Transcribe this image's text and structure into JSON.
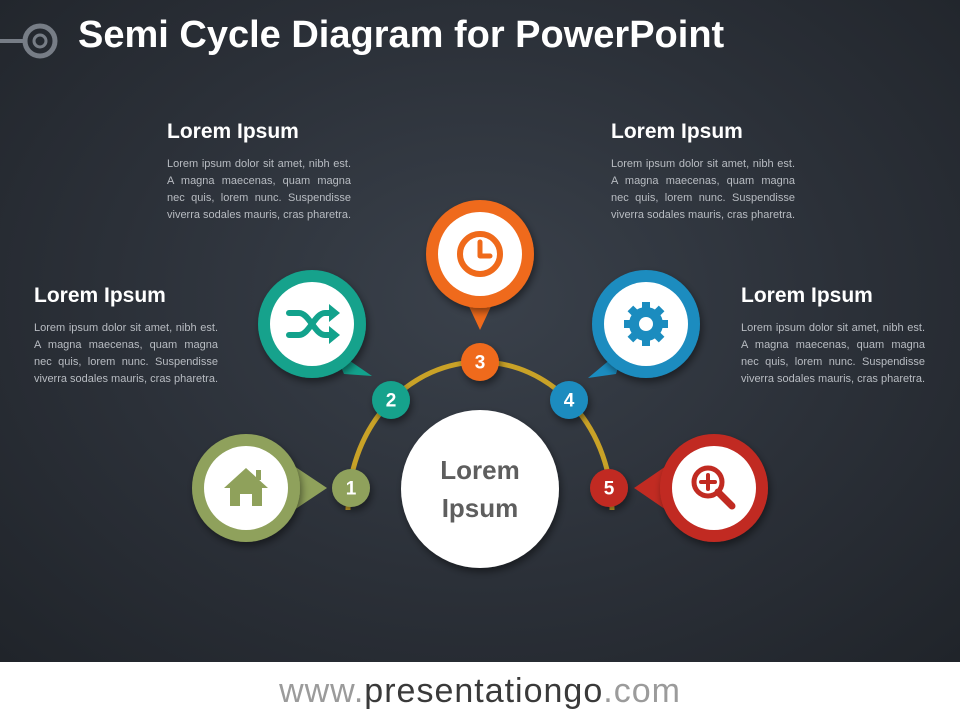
{
  "title": "Semi Cycle Diagram for PowerPoint",
  "center_label": {
    "line1": "Lorem",
    "line2": "Ipsum"
  },
  "steps": [
    {
      "number": "1",
      "color": "#8fa15b",
      "icon": "home-icon"
    },
    {
      "number": "2",
      "color": "#12a28c",
      "icon": "shuffle-icon"
    },
    {
      "number": "3",
      "color": "#ef6a1b",
      "icon": "clock-icon"
    },
    {
      "number": "4",
      "color": "#1b8cbf",
      "icon": "gear-icon"
    },
    {
      "number": "5",
      "color": "#c12b22",
      "icon": "zoom-in-icon"
    }
  ],
  "text_blocks": [
    {
      "heading": "Lorem Ipsum",
      "body": "Lorem ipsum dolor sit amet, nibh est. A magna maecenas, quam magna nec quis, lorem nunc. Suspendisse viverra sodales mauris, cras pharetra."
    },
    {
      "heading": "Lorem Ipsum",
      "body": "Lorem ipsum dolor sit amet, nibh est. A magna maecenas, quam magna nec quis, lorem nunc. Suspendisse viverra sodales mauris, cras pharetra."
    },
    {
      "heading": "Lorem Ipsum",
      "body": "Lorem ipsum dolor sit amet, nibh est. A magna maecenas, quam magna nec quis, lorem nunc. Suspendisse viverra sodales mauris, cras pharetra."
    },
    {
      "heading": "Lorem Ipsum",
      "body": "Lorem ipsum dolor sit amet, nibh est. A magna maecenas, quam magna nec quis, lorem nunc. Suspendisse viverra sodales mauris, cras pharetra."
    }
  ],
  "footer": {
    "prefix": "www.",
    "brand": "presentationgo",
    "suffix": ".com"
  },
  "arc_color": "#c9a227"
}
